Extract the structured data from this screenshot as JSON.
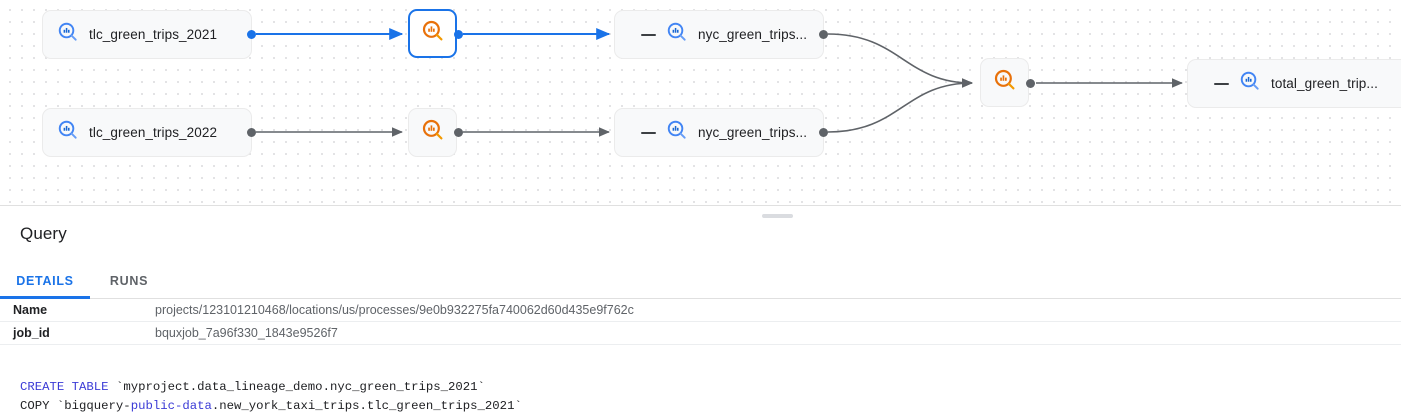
{
  "graph": {
    "nodes": [
      {
        "id": "tlc2021",
        "type": "table",
        "label": "tlc_green_trips_2021",
        "icon": "bigquery-table-icon",
        "selected": false,
        "collapsible": false
      },
      {
        "id": "tlc2022",
        "type": "table",
        "label": "tlc_green_trips_2022",
        "icon": "bigquery-table-icon",
        "selected": false,
        "collapsible": false
      },
      {
        "id": "proc1",
        "type": "process",
        "label": "",
        "icon": "bigquery-process-icon",
        "selected": true,
        "collapsible": false
      },
      {
        "id": "proc2",
        "type": "process",
        "label": "",
        "icon": "bigquery-process-icon",
        "selected": false,
        "collapsible": false
      },
      {
        "id": "nyc1",
        "type": "table",
        "label": "nyc_green_trips...",
        "icon": "bigquery-table-icon",
        "selected": false,
        "collapsible": true
      },
      {
        "id": "nyc2",
        "type": "table",
        "label": "nyc_green_trips...",
        "icon": "bigquery-table-icon",
        "selected": false,
        "collapsible": true
      },
      {
        "id": "proc3",
        "type": "process",
        "label": "",
        "icon": "bigquery-process-icon",
        "selected": false,
        "collapsible": false
      },
      {
        "id": "total",
        "type": "table",
        "label": "total_green_trip...",
        "icon": "bigquery-table-icon",
        "selected": false,
        "collapsible": true
      }
    ],
    "edges": [
      {
        "from": "tlc2021",
        "to": "proc1",
        "highlighted": true
      },
      {
        "from": "proc1",
        "to": "nyc1",
        "highlighted": true
      },
      {
        "from": "tlc2022",
        "to": "proc2",
        "highlighted": false
      },
      {
        "from": "proc2",
        "to": "nyc2",
        "highlighted": false
      },
      {
        "from": "nyc1",
        "to": "proc3",
        "highlighted": false
      },
      {
        "from": "nyc2",
        "to": "proc3",
        "highlighted": false
      },
      {
        "from": "proc3",
        "to": "total",
        "highlighted": false
      }
    ],
    "colors": {
      "accent_blue": "#1a73e8",
      "edge_gray": "#5f6368",
      "process_orange": "#e8710a",
      "node_fill": "#f8f9fa"
    }
  },
  "panel": {
    "title": "Query",
    "tabs": [
      {
        "id": "details",
        "label": "DETAILS",
        "active": true
      },
      {
        "id": "runs",
        "label": "RUNS",
        "active": false
      }
    ],
    "properties": [
      {
        "key": "Name",
        "value": "projects/123101210468/locations/us/processes/9e0b932275fa740062d60d435e9f762c"
      },
      {
        "key": "job_id",
        "value": "bquxjob_7a96f330_1843e9526f7"
      }
    ],
    "sql": {
      "line1": {
        "keyword": "CREATE TABLE",
        "rest": " `myproject.data_lineage_demo.nyc_green_trips_2021`"
      },
      "line2": {
        "prefix": "COPY `bigquery-",
        "keyword": "public-data",
        "rest": ".new_york_taxi_trips.tlc_green_trips_2021`"
      }
    }
  }
}
